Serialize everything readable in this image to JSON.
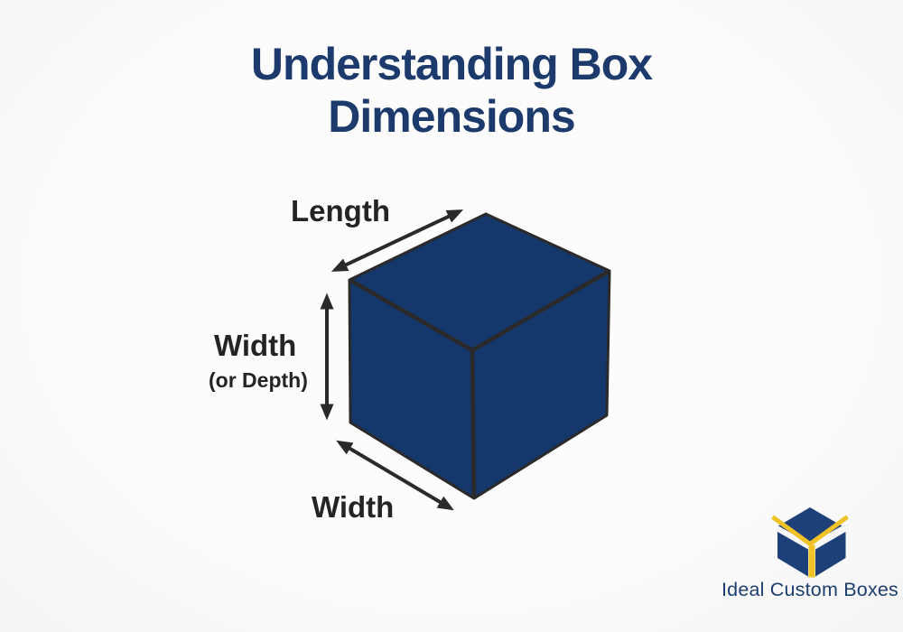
{
  "colors": {
    "background": "#fafafa",
    "title_navy": "#1c3a6b",
    "box_fill": "#14386b",
    "box_outline": "#2b292a",
    "edge": "#2b292a",
    "arrow": "#2b292a",
    "label_text": "#262324",
    "logo_navy": "#1e4078",
    "logo_yellow": "#f0c226",
    "logo_text_navy": "#1d3e6f"
  },
  "title": {
    "line1": "Understanding Box",
    "line2": "Dimensions"
  },
  "diagram": {
    "length_label": "Length",
    "width_side_label": "Width",
    "width_side_sublabel": "(or Depth)",
    "width_bottom_label": "Width"
  },
  "logo": {
    "name": "Ideal Custom Boxes"
  }
}
